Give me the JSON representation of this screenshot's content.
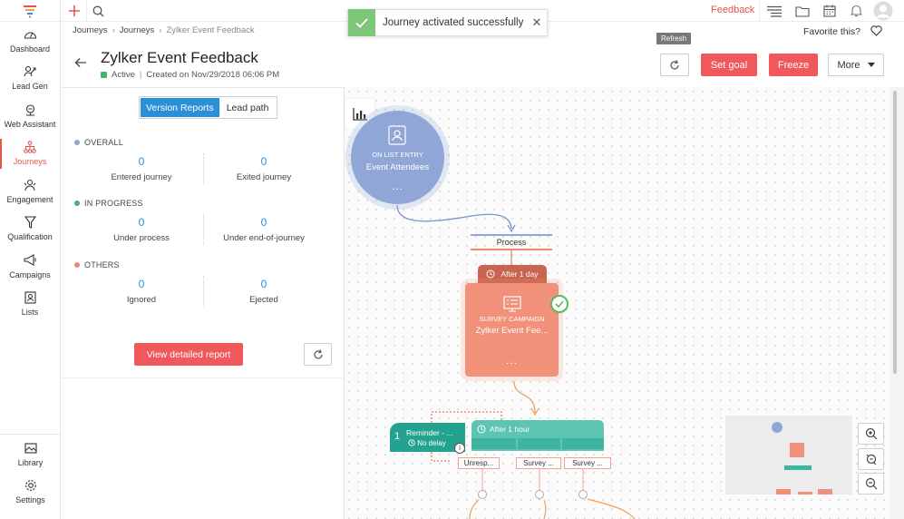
{
  "nav": {
    "items": [
      {
        "label": "Dashboard",
        "icon": "dashboard-icon"
      },
      {
        "label": "Lead Gen",
        "icon": "lead-gen-icon"
      },
      {
        "label": "Web Assistant",
        "icon": "web-assistant-icon"
      },
      {
        "label": "Journeys",
        "icon": "journeys-icon",
        "active": true
      },
      {
        "label": "Engagement",
        "icon": "engagement-icon"
      },
      {
        "label": "Qualification",
        "icon": "qualification-icon"
      },
      {
        "label": "Campaigns",
        "icon": "campaigns-icon"
      },
      {
        "label": "Lists",
        "icon": "lists-icon"
      }
    ],
    "bottom": [
      {
        "label": "Library",
        "icon": "library-icon"
      },
      {
        "label": "Settings",
        "icon": "settings-icon"
      }
    ]
  },
  "topbar": {
    "feedback": "Feedback",
    "toast": "Journey activated successfully"
  },
  "breadcrumb": [
    "Journeys",
    "Journeys",
    "Zylker Event Feedback"
  ],
  "header": {
    "favorite": "Favorite this?",
    "title": "Zylker Event Feedback",
    "status": "Active",
    "created": "Created on Nov/29/2018 06:06 PM",
    "refresh_tip": "Refresh",
    "set_goal": "Set goal",
    "freeze": "Freeze",
    "more": "More"
  },
  "report": {
    "tabs": [
      "Version Reports",
      "Lead path"
    ],
    "sections": [
      {
        "label": "OVERALL",
        "color": "#8fa6d6",
        "stats": [
          {
            "value": "0",
            "label": "Entered journey"
          },
          {
            "value": "0",
            "label": "Exited journey"
          }
        ]
      },
      {
        "label": "IN PROGRESS",
        "color": "#47b07a",
        "stats": [
          {
            "value": "0",
            "label": "Under process"
          },
          {
            "value": "0",
            "label": "Under end-of-journey"
          }
        ]
      },
      {
        "label": "OTHERS",
        "color": "#e98a6f",
        "stats": [
          {
            "value": "0",
            "label": "Ignored"
          },
          {
            "value": "0",
            "label": "Ejected"
          }
        ]
      }
    ],
    "view_report": "View detailed report"
  },
  "canvas": {
    "entry": {
      "type": "ON LIST ENTRY",
      "name": "Event Attendees",
      "dots": "..."
    },
    "process": "Process",
    "after_day": "After 1 day",
    "survey": {
      "type": "SURVEY CAMPAIGN",
      "name": "Zylker Event Fee...",
      "dots": "..."
    },
    "reminder": {
      "num": "1",
      "title": "Reminder - ...",
      "delay": "No delay"
    },
    "after_hour": "After 1 hour",
    "branches": [
      "Unresp...",
      "Survey ...",
      "Survey ..."
    ]
  }
}
